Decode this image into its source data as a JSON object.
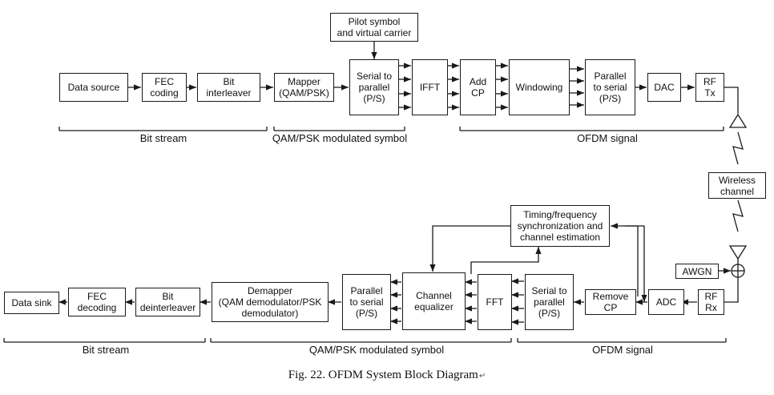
{
  "tx": {
    "data_source": "Data source",
    "fec_coding": "FEC\ncoding",
    "bit_interleaver": "Bit\ninterleaver",
    "mapper": "Mapper\n(QAM/PSK)",
    "pilot": "Pilot symbol\nand virtual carrier",
    "sp": "Serial to\nparallel\n(P/S)",
    "ifft": "IFFT",
    "add_cp": "Add\nCP",
    "windowing": "Windowing",
    "ps": "Parallel\nto serial\n(P/S)",
    "dac": "DAC",
    "rf_tx": "RF\nTx"
  },
  "channel": {
    "wireless": "Wireless\nchannel",
    "awgn": "AWGN"
  },
  "rx": {
    "rf_rx": "RF\nRx",
    "adc": "ADC",
    "remove_cp": "Remove\nCP",
    "sp": "Serial to\nparallel\n(P/S)",
    "fft": "FFT",
    "timing": "Timing/frequency\nsynchronization  and\nchannel estimation",
    "equalizer": "Channel\nequalizer",
    "ps": "Parallel\nto serial\n(P/S)",
    "demapper": "Demapper\n(QAM demodulator/PSK\ndemodulator)",
    "bit_deinterleaver": "Bit\ndeinterleaver",
    "fec_decoding": "FEC\ndecoding",
    "data_sink": "Data sink"
  },
  "labels": {
    "tx_bit_stream": "Bit stream",
    "tx_qam": "QAM/PSK modulated symbol",
    "tx_ofdm": "OFDM signal",
    "rx_bit_stream": "Bit stream",
    "rx_qam": "QAM/PSK modulated symbol",
    "rx_ofdm": "OFDM signal"
  },
  "caption": "Fig. 22. OFDM System Block Diagram",
  "caption_mark": "↵"
}
